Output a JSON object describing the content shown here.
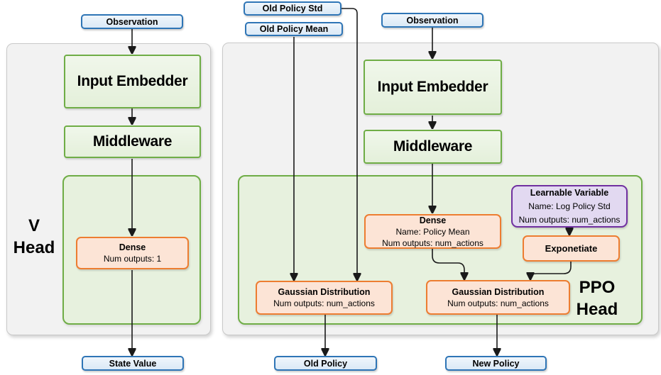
{
  "colors": {
    "io_border": "#2E75B6",
    "io_fill": "#D9E8F6",
    "green_border": "#6FAD46",
    "green_fill": "#E4F0DA",
    "green_panel_fill": "#E7F1DE",
    "panel_fill": "#F2F2F2",
    "orange_border": "#ED7D31",
    "orange_fill": "#FCE4D6",
    "purple_border": "#7030A0",
    "purple_fill": "#E2D9F1",
    "arrow": "#1A1A1A"
  },
  "v_head": {
    "title_line1": "V",
    "title_line2": "Head",
    "observation_input": "Observation",
    "input_embedder": "Input Embedder",
    "middleware": "Middleware",
    "dense": {
      "title": "Dense",
      "num_outputs": "Num outputs: 1"
    },
    "state_value_output": "State Value"
  },
  "ppo_head": {
    "title_line1": "PPO",
    "title_line2": "Head",
    "old_policy_std_input": "Old Policy Std",
    "old_policy_mean_input": "Old Policy Mean",
    "observation_input": "Observation",
    "input_embedder": "Input Embedder",
    "middleware": "Middleware",
    "dense": {
      "title": "Dense",
      "name": "Name: Policy Mean",
      "num_outputs": "Num outputs: num_actions"
    },
    "learnable_variable": {
      "title": "Learnable Variable",
      "name": "Name: Log Policy Std",
      "num_outputs": "Num outputs: num_actions"
    },
    "exponetiate": "Exponetiate",
    "gaussian_old": {
      "title": "Gaussian Distribution",
      "num_outputs": "Num outputs: num_actions"
    },
    "gaussian_new": {
      "title": "Gaussian Distribution",
      "num_outputs": "Num outputs: num_actions"
    },
    "old_policy_output": "Old Policy",
    "new_policy_output": "New Policy"
  }
}
